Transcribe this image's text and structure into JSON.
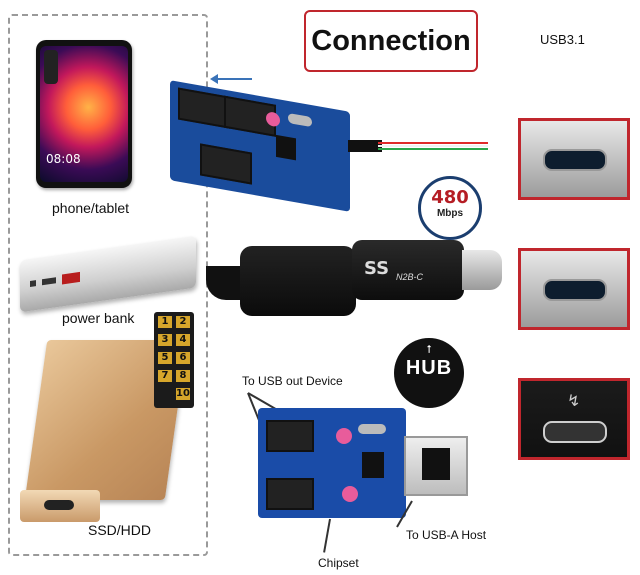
{
  "title": "Connection",
  "usb_version": "USB3.1",
  "devices": {
    "phone_label": "phone/tablet",
    "phone_time": "08:08",
    "powerbank_label": "power bank",
    "ssd_label": "SSD/HDD"
  },
  "pin_legend": [
    "1",
    "2",
    "3",
    "4",
    "5",
    "6",
    "7",
    "8",
    "",
    "10"
  ],
  "badge": {
    "number": "480",
    "unit": "Mbps"
  },
  "adapter_print": {
    "logo": "SS",
    "text": "N2B-C"
  },
  "hub_logo": "HUB",
  "callouts": {
    "usb_out": "To USB out Device",
    "usb_a_host": "To USB-A Host",
    "chipset": "Chipset"
  },
  "colors": {
    "accent_red": "#c0262d",
    "pcb_blue": "#1a4ca8",
    "badge_red": "#b51d24"
  }
}
